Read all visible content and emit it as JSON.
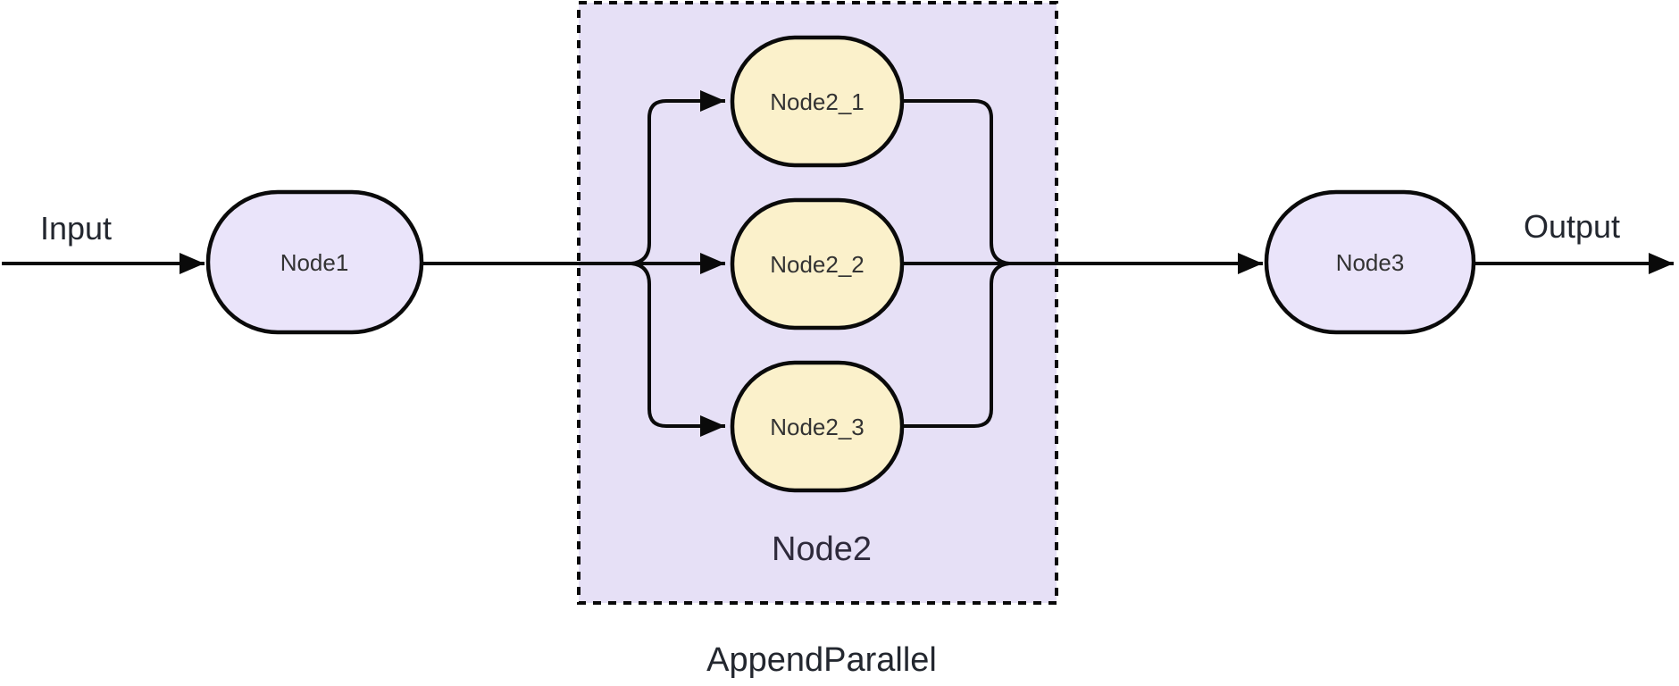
{
  "diagram": {
    "labels": {
      "input": "Input",
      "output": "Output",
      "subgraph_title": "Node2",
      "caption": "AppendParallel"
    },
    "nodes": {
      "node1": "Node1",
      "node2_1": "Node2_1",
      "node2_2": "Node2_2",
      "node2_3": "Node2_3",
      "node3": "Node3"
    },
    "colors": {
      "purple_node_fill": "#EAE4FA",
      "container_fill": "#E6E0F6",
      "yellow_node_fill": "#FBF1CB",
      "stroke": "#0A0A0A",
      "node_text": "#333333",
      "label_text": "#23272F"
    }
  }
}
